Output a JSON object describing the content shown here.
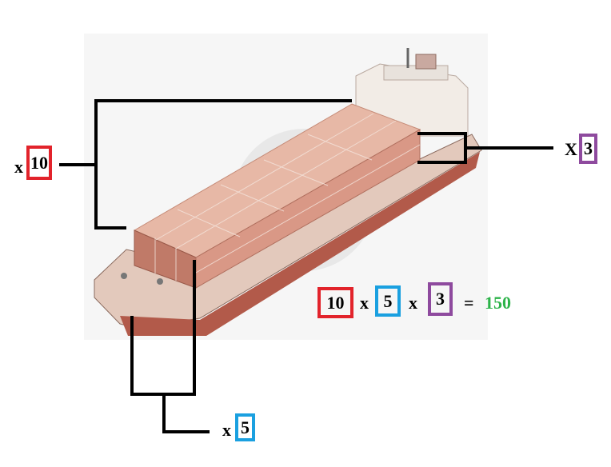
{
  "labels": {
    "rows": {
      "prefix": "x",
      "value": "10"
    },
    "layers": {
      "prefix": "X",
      "value": "3"
    },
    "columns": {
      "prefix": "x",
      "value": "5"
    }
  },
  "equation": {
    "a": "10",
    "op1": "x",
    "b": "5",
    "op2": "x",
    "c": "3",
    "eq": "=",
    "result": "150"
  },
  "colors": {
    "red": "#e2232b",
    "blue": "#1aa0e0",
    "purple": "#8e4a9e",
    "green": "#2db34a"
  }
}
